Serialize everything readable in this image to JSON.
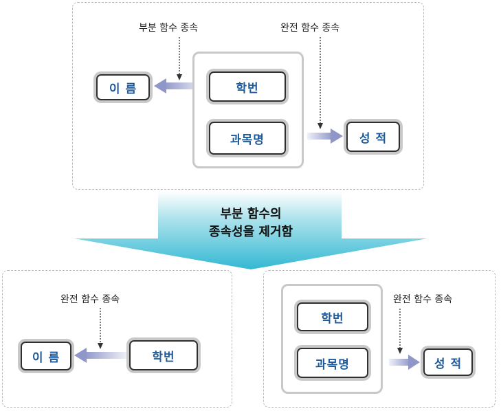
{
  "top": {
    "label_partial": "부분 함수 종속",
    "label_full": "완전 함수 종속",
    "name": "이 름",
    "student_id": "학번",
    "course": "과목명",
    "grade": "성 적"
  },
  "banner": {
    "line1": "부분 함수의",
    "line2": "종속성을 제거함"
  },
  "bottom_left": {
    "label_full": "완전 함수 종속",
    "name": "이 름",
    "student_id": "학번"
  },
  "bottom_right": {
    "label_full": "완전 함수 종속",
    "student_id": "학번",
    "course": "과목명",
    "grade": "성 적"
  }
}
